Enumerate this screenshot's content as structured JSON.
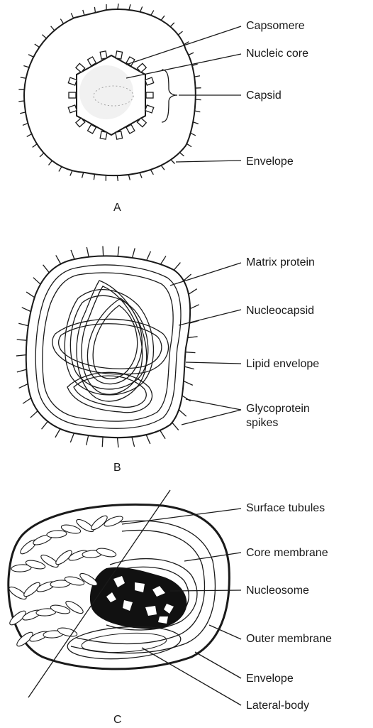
{
  "panels": [
    {
      "caption": "A",
      "labels": [
        "Capsomere",
        "Nucleic core",
        "Capsid",
        "Envelope"
      ]
    },
    {
      "caption": "B",
      "labels": [
        "Matrix protein",
        "Nucleocapsid",
        "Lipid envelope",
        "Glycoprotein",
        "spikes"
      ]
    },
    {
      "caption": "C",
      "labels": [
        "Surface tubules",
        "Core membrane",
        "Nucleosome",
        "Outer membrane",
        "Envelope",
        "Lateral-body"
      ]
    }
  ]
}
